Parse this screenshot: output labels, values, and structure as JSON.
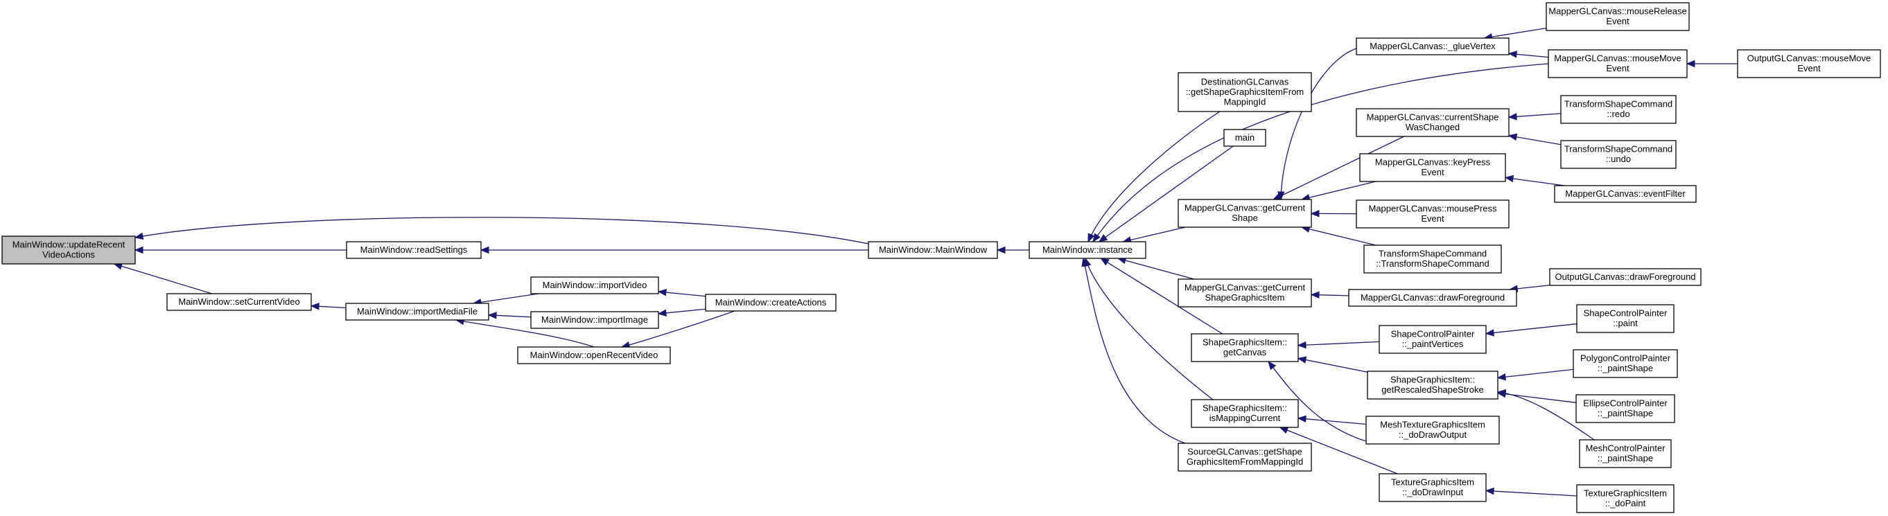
{
  "graph": {
    "nodes": [
      {
        "id": "n0",
        "lines": [
          "MainWindow::updateRecent",
          "VideoActions"
        ],
        "root": true
      },
      {
        "id": "n1",
        "lines": [
          "MainWindow::readSettings"
        ]
      },
      {
        "id": "n2",
        "lines": [
          "MainWindow::setCurrentVideo"
        ]
      },
      {
        "id": "n3",
        "lines": [
          "MainWindow::importMediaFile"
        ]
      },
      {
        "id": "n4",
        "lines": [
          "MainWindow::importVideo"
        ]
      },
      {
        "id": "n5",
        "lines": [
          "MainWindow::importImage"
        ]
      },
      {
        "id": "n6",
        "lines": [
          "MainWindow::openRecentVideo"
        ]
      },
      {
        "id": "n7",
        "lines": [
          "MainWindow::createActions"
        ]
      },
      {
        "id": "n8",
        "lines": [
          "MainWindow::MainWindow"
        ]
      },
      {
        "id": "n9",
        "lines": [
          "MainWindow::instance"
        ]
      },
      {
        "id": "n10",
        "lines": [
          "DestinationGLCanvas",
          "::getShapeGraphicsItemFrom",
          "MappingId"
        ]
      },
      {
        "id": "n11",
        "lines": [
          "main"
        ]
      },
      {
        "id": "n12",
        "lines": [
          "MapperGLCanvas::getCurrent",
          "Shape"
        ]
      },
      {
        "id": "n13",
        "lines": [
          "MapperGLCanvas::getCurrent",
          "ShapeGraphicsItem"
        ]
      },
      {
        "id": "n14",
        "lines": [
          "ShapeGraphicsItem::",
          "getCanvas"
        ]
      },
      {
        "id": "n15",
        "lines": [
          "ShapeGraphicsItem::",
          "isMappingCurrent"
        ]
      },
      {
        "id": "n16",
        "lines": [
          "SourceGLCanvas::getShape",
          "GraphicsItemFromMappingId"
        ]
      },
      {
        "id": "n17",
        "lines": [
          "MapperGLCanvas::_glueVertex"
        ]
      },
      {
        "id": "n18",
        "lines": [
          "MapperGLCanvas::currentShape",
          "WasChanged"
        ]
      },
      {
        "id": "n19",
        "lines": [
          "MapperGLCanvas::keyPress",
          "Event"
        ]
      },
      {
        "id": "n20",
        "lines": [
          "MapperGLCanvas::mousePress",
          "Event"
        ]
      },
      {
        "id": "n21",
        "lines": [
          "TransformShapeCommand",
          "::TransformShapeCommand"
        ]
      },
      {
        "id": "n22",
        "lines": [
          "MapperGLCanvas::drawForeground"
        ]
      },
      {
        "id": "n23",
        "lines": [
          "ShapeControlPainter",
          "::_paintVertices"
        ]
      },
      {
        "id": "n24",
        "lines": [
          "ShapeGraphicsItem::",
          "getRescaledShapeStroke"
        ]
      },
      {
        "id": "n25",
        "lines": [
          "MeshTextureGraphicsItem",
          "::_doDrawOutput"
        ]
      },
      {
        "id": "n26",
        "lines": [
          "TextureGraphicsItem",
          "::_doDrawInput"
        ]
      },
      {
        "id": "n27",
        "lines": [
          "MapperGLCanvas::mouseRelease",
          "Event"
        ]
      },
      {
        "id": "n28",
        "lines": [
          "MapperGLCanvas::mouseMove",
          "Event"
        ]
      },
      {
        "id": "n29",
        "lines": [
          "OutputGLCanvas::mouseMove",
          "Event"
        ]
      },
      {
        "id": "n30",
        "lines": [
          "TransformShapeCommand",
          "::redo"
        ]
      },
      {
        "id": "n31",
        "lines": [
          "TransformShapeCommand",
          "::undo"
        ]
      },
      {
        "id": "n32",
        "lines": [
          "MapperGLCanvas::eventFilter"
        ]
      },
      {
        "id": "n33",
        "lines": [
          "OutputGLCanvas::drawForeground"
        ]
      },
      {
        "id": "n34",
        "lines": [
          "ShapeControlPainter",
          "::paint"
        ]
      },
      {
        "id": "n35",
        "lines": [
          "PolygonControlPainter",
          "::_paintShape"
        ]
      },
      {
        "id": "n36",
        "lines": [
          "EllipseControlPainter",
          "::_paintShape"
        ]
      },
      {
        "id": "n37",
        "lines": [
          "MeshControlPainter",
          "::_paintShape"
        ]
      },
      {
        "id": "n38",
        "lines": [
          "TextureGraphicsItem",
          "::_doPaint"
        ]
      }
    ],
    "edges": [
      {
        "from": "n1",
        "to": "n0"
      },
      {
        "from": "n2",
        "to": "n0"
      },
      {
        "from": "n8",
        "to": "n0"
      },
      {
        "from": "n8",
        "to": "n1"
      },
      {
        "from": "n3",
        "to": "n2"
      },
      {
        "from": "n4",
        "to": "n3"
      },
      {
        "from": "n5",
        "to": "n3"
      },
      {
        "from": "n6",
        "to": "n3"
      },
      {
        "from": "n7",
        "to": "n4"
      },
      {
        "from": "n7",
        "to": "n5"
      },
      {
        "from": "n7",
        "to": "n6"
      },
      {
        "from": "n9",
        "to": "n8"
      },
      {
        "from": "n10",
        "to": "n9"
      },
      {
        "from": "n11",
        "to": "n9"
      },
      {
        "from": "n12",
        "to": "n9"
      },
      {
        "from": "n13",
        "to": "n9"
      },
      {
        "from": "n14",
        "to": "n9"
      },
      {
        "from": "n15",
        "to": "n9"
      },
      {
        "from": "n16",
        "to": "n9"
      },
      {
        "from": "n28",
        "to": "n9"
      },
      {
        "from": "n17",
        "to": "n12"
      },
      {
        "from": "n18",
        "to": "n12"
      },
      {
        "from": "n19",
        "to": "n12"
      },
      {
        "from": "n20",
        "to": "n12"
      },
      {
        "from": "n21",
        "to": "n12"
      },
      {
        "from": "n22",
        "to": "n13"
      },
      {
        "from": "n23",
        "to": "n14"
      },
      {
        "from": "n24",
        "to": "n14"
      },
      {
        "from": "n25",
        "to": "n14"
      },
      {
        "from": "n25",
        "to": "n15"
      },
      {
        "from": "n26",
        "to": "n15"
      },
      {
        "from": "n27",
        "to": "n17"
      },
      {
        "from": "n28",
        "to": "n17"
      },
      {
        "from": "n29",
        "to": "n28"
      },
      {
        "from": "n30",
        "to": "n18"
      },
      {
        "from": "n31",
        "to": "n18"
      },
      {
        "from": "n32",
        "to": "n19"
      },
      {
        "from": "n33",
        "to": "n22"
      },
      {
        "from": "n34",
        "to": "n23"
      },
      {
        "from": "n35",
        "to": "n24"
      },
      {
        "from": "n36",
        "to": "n24"
      },
      {
        "from": "n37",
        "to": "n24"
      },
      {
        "from": "n38",
        "to": "n26"
      }
    ]
  }
}
